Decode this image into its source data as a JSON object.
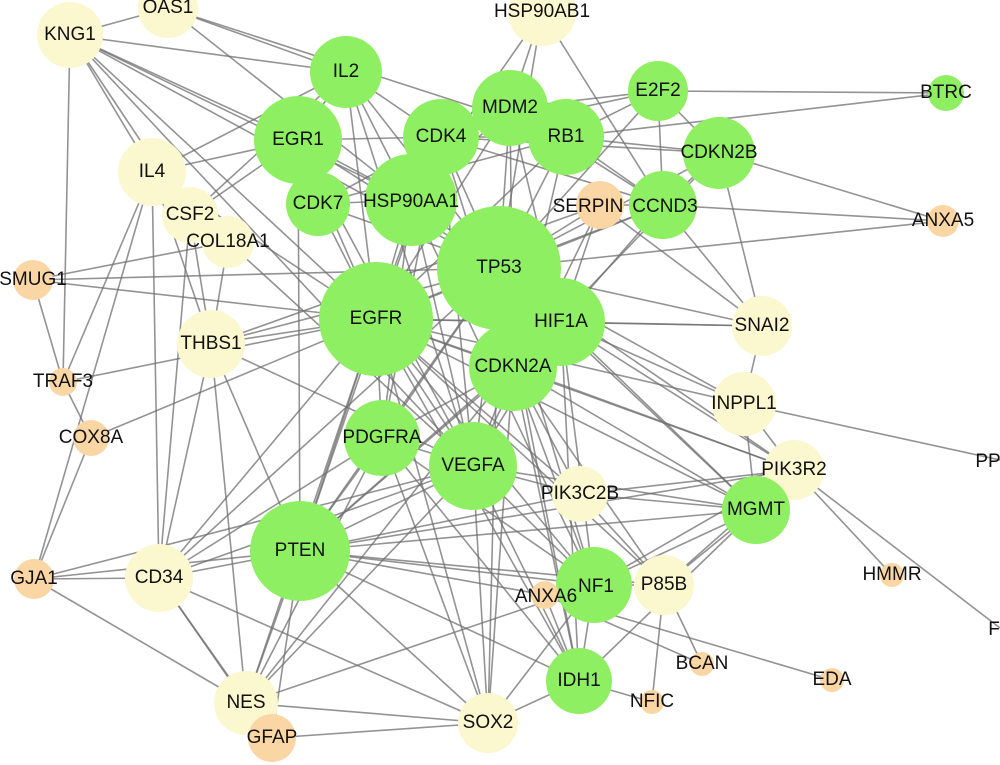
{
  "colors": {
    "hub": "#8fef63",
    "mid": "#fbf7cf",
    "low": "#fbd6a5",
    "edge": "#6f6f6f"
  },
  "nodes": [
    {
      "id": "KNG1",
      "label": "KNG1",
      "tier": "mid"
    },
    {
      "id": "OAS1",
      "label": "OAS1",
      "tier": "mid"
    },
    {
      "id": "HSP90AB1",
      "label": "HSP90AB1",
      "tier": "mid"
    },
    {
      "id": "IL2",
      "label": "IL2",
      "tier": "hub"
    },
    {
      "id": "E2F2",
      "label": "E2F2",
      "tier": "hub"
    },
    {
      "id": "BTRC",
      "label": "BTRC",
      "tier": "hub"
    },
    {
      "id": "EGR1",
      "label": "EGR1",
      "tier": "hub"
    },
    {
      "id": "CDK4",
      "label": "CDK4",
      "tier": "hub"
    },
    {
      "id": "MDM2",
      "label": "MDM2",
      "tier": "hub"
    },
    {
      "id": "RB1",
      "label": "RB1",
      "tier": "hub"
    },
    {
      "id": "CDKN2B",
      "label": "CDKN2B",
      "tier": "hub"
    },
    {
      "id": "IL4",
      "label": "IL4",
      "tier": "mid"
    },
    {
      "id": "CSF2",
      "label": "CSF2",
      "tier": "mid"
    },
    {
      "id": "COL18A1",
      "label": "COL18A1",
      "tier": "mid"
    },
    {
      "id": "CDK7",
      "label": "CDK7",
      "tier": "hub"
    },
    {
      "id": "HSP90AA1",
      "label": "HSP90AA1",
      "tier": "hub"
    },
    {
      "id": "SERPINE1",
      "label": "SERPIN",
      "tier": "low"
    },
    {
      "id": "CCND3",
      "label": "CCND3",
      "tier": "hub"
    },
    {
      "id": "ANXA5",
      "label": "ANXA5",
      "tier": "low"
    },
    {
      "id": "SMUG1",
      "label": "SMUG1",
      "tier": "low"
    },
    {
      "id": "TP53",
      "label": "TP53",
      "tier": "hub"
    },
    {
      "id": "EGFR",
      "label": "EGFR",
      "tier": "hub"
    },
    {
      "id": "HIF1A",
      "label": "HIF1A",
      "tier": "hub"
    },
    {
      "id": "SNAI2",
      "label": "SNAI2",
      "tier": "mid"
    },
    {
      "id": "THBS1",
      "label": "THBS1",
      "tier": "mid"
    },
    {
      "id": "CDKN2A",
      "label": "CDKN2A",
      "tier": "hub"
    },
    {
      "id": "TRAF3",
      "label": "TRAF3",
      "tier": "low"
    },
    {
      "id": "INPPL1",
      "label": "INPPL1",
      "tier": "mid"
    },
    {
      "id": "COX8A",
      "label": "COX8A",
      "tier": "low"
    },
    {
      "id": "PDGFRA",
      "label": "PDGFRA",
      "tier": "hub"
    },
    {
      "id": "VEGFA",
      "label": "VEGFA",
      "tier": "hub"
    },
    {
      "id": "PIK3R2",
      "label": "PIK3R2",
      "tier": "mid"
    },
    {
      "id": "PP_EDGE",
      "label": "PP",
      "tier": "none"
    },
    {
      "id": "PIK3C2B",
      "label": "PIK3C2B",
      "tier": "mid"
    },
    {
      "id": "MGMT",
      "label": "MGMT",
      "tier": "hub"
    },
    {
      "id": "PTEN",
      "label": "PTEN",
      "tier": "hub"
    },
    {
      "id": "GJA1",
      "label": "GJA1",
      "tier": "low"
    },
    {
      "id": "CD34",
      "label": "CD34",
      "tier": "mid"
    },
    {
      "id": "NF1",
      "label": "NF1",
      "tier": "hub"
    },
    {
      "id": "ANXA6",
      "label": "ANXA6",
      "tier": "low"
    },
    {
      "id": "P85B",
      "label": "P85B",
      "tier": "mid"
    },
    {
      "id": "HMMR",
      "label": "HMMR",
      "tier": "low"
    },
    {
      "id": "F_EDGE",
      "label": "F",
      "tier": "none"
    },
    {
      "id": "BCAN",
      "label": "BCAN",
      "tier": "low"
    },
    {
      "id": "EDA",
      "label": "EDA",
      "tier": "low"
    },
    {
      "id": "IDH1",
      "label": "IDH1",
      "tier": "hub"
    },
    {
      "id": "NFIC",
      "label": "NFIC",
      "tier": "low"
    },
    {
      "id": "NES",
      "label": "NES",
      "tier": "mid"
    },
    {
      "id": "GFAP",
      "label": "GFAP",
      "tier": "low"
    },
    {
      "id": "SOX2",
      "label": "SOX2",
      "tier": "mid"
    }
  ],
  "edges": [
    [
      "TP53",
      "EGFR"
    ],
    [
      "TP53",
      "HIF1A"
    ],
    [
      "TP53",
      "CDKN2A"
    ],
    [
      "TP53",
      "MDM2"
    ],
    [
      "TP53",
      "CDK4"
    ],
    [
      "TP53",
      "RB1"
    ],
    [
      "TP53",
      "HSP90AA1"
    ],
    [
      "TP53",
      "CDK7"
    ],
    [
      "TP53",
      "EGR1"
    ],
    [
      "TP53",
      "IL2"
    ],
    [
      "TP53",
      "CCND3"
    ],
    [
      "TP53",
      "VEGFA"
    ],
    [
      "TP53",
      "PDGFRA"
    ],
    [
      "TP53",
      "PTEN"
    ],
    [
      "TP53",
      "NF1"
    ],
    [
      "TP53",
      "IDH1"
    ],
    [
      "TP53",
      "MGMT"
    ],
    [
      "TP53",
      "SNAI2"
    ],
    [
      "TP53",
      "THBS1"
    ],
    [
      "TP53",
      "SERPINE1"
    ],
    [
      "TP53",
      "E2F2"
    ],
    [
      "TP53",
      "CDKN2B"
    ],
    [
      "TP53",
      "KNG1"
    ],
    [
      "TP53",
      "HSP90AB1"
    ],
    [
      "TP53",
      "INPPL1"
    ],
    [
      "TP53",
      "PIK3R2"
    ],
    [
      "TP53",
      "SMUG1"
    ],
    [
      "TP53",
      "ANXA5"
    ],
    [
      "TP53",
      "SOX2"
    ],
    [
      "TP53",
      "CD34"
    ],
    [
      "EGFR",
      "HIF1A"
    ],
    [
      "EGFR",
      "CDKN2A"
    ],
    [
      "EGFR",
      "VEGFA"
    ],
    [
      "EGFR",
      "PDGFRA"
    ],
    [
      "EGFR",
      "PTEN"
    ],
    [
      "EGFR",
      "NF1"
    ],
    [
      "EGFR",
      "HSP90AA1"
    ],
    [
      "EGFR",
      "CDK4"
    ],
    [
      "EGFR",
      "EGR1"
    ],
    [
      "EGFR",
      "IL2"
    ],
    [
      "EGFR",
      "THBS1"
    ],
    [
      "EGFR",
      "IL4"
    ],
    [
      "EGFR",
      "KNG1"
    ],
    [
      "EGFR",
      "SMUG1"
    ],
    [
      "EGFR",
      "TRAF3"
    ],
    [
      "EGFR",
      "COX8A"
    ],
    [
      "EGFR",
      "CD34"
    ],
    [
      "EGFR",
      "NES"
    ],
    [
      "EGFR",
      "SOX2"
    ],
    [
      "EGFR",
      "IDH1"
    ],
    [
      "EGFR",
      "MGMT"
    ],
    [
      "EGFR",
      "PIK3C2B"
    ],
    [
      "EGFR",
      "P85B"
    ],
    [
      "EGFR",
      "CDK7"
    ],
    [
      "EGFR",
      "MDM2"
    ],
    [
      "EGFR",
      "RB1"
    ],
    [
      "EGFR",
      "CCND3"
    ],
    [
      "EGFR",
      "SNAI2"
    ],
    [
      "EGFR",
      "INPPL1"
    ],
    [
      "EGFR",
      "PIK3R2"
    ],
    [
      "HIF1A",
      "VEGFA"
    ],
    [
      "HIF1A",
      "CDKN2A"
    ],
    [
      "HIF1A",
      "PTEN"
    ],
    [
      "HIF1A",
      "NF1"
    ],
    [
      "HIF1A",
      "MDM2"
    ],
    [
      "HIF1A",
      "SNAI2"
    ],
    [
      "HIF1A",
      "INPPL1"
    ],
    [
      "HIF1A",
      "MGMT"
    ],
    [
      "HIF1A",
      "PIK3R2"
    ],
    [
      "HIF1A",
      "CCND3"
    ],
    [
      "HIF1A",
      "IDH1"
    ],
    [
      "CDKN2A",
      "PTEN"
    ],
    [
      "CDKN2A",
      "VEGFA"
    ],
    [
      "CDKN2A",
      "PDGFRA"
    ],
    [
      "CDKN2A",
      "RB1"
    ],
    [
      "CDKN2A",
      "CDK4"
    ],
    [
      "CDKN2A",
      "MDM2"
    ],
    [
      "CDKN2A",
      "NF1"
    ],
    [
      "CDKN2A",
      "IDH1"
    ],
    [
      "CDKN2A",
      "MGMT"
    ],
    [
      "CDKN2A",
      "CDKN2B"
    ],
    [
      "CDKN2A",
      "PIK3C2B"
    ],
    [
      "CDKN2A",
      "P85B"
    ],
    [
      "CDKN2A",
      "SOX2"
    ],
    [
      "CDKN2A",
      "NES"
    ],
    [
      "CDKN2A",
      "PIK3R2"
    ],
    [
      "CDK4",
      "RB1"
    ],
    [
      "CDK4",
      "MDM2"
    ],
    [
      "CDK4",
      "CCND3"
    ],
    [
      "CDK4",
      "CDKN2B"
    ],
    [
      "CDK4",
      "E2F2"
    ],
    [
      "CDK4",
      "HSP90AA1"
    ],
    [
      "CDK4",
      "CDK7"
    ],
    [
      "CDK4",
      "EGR1"
    ],
    [
      "CDK4",
      "IL2"
    ],
    [
      "CDK4",
      "PDGFRA"
    ],
    [
      "CDK4",
      "VEGFA"
    ],
    [
      "CDK4",
      "PTEN"
    ],
    [
      "MDM2",
      "RB1"
    ],
    [
      "MDM2",
      "E2F2"
    ],
    [
      "MDM2",
      "HSP90AB1"
    ],
    [
      "MDM2",
      "HSP90AA1"
    ],
    [
      "MDM2",
      "CCND3"
    ],
    [
      "RB1",
      "E2F2"
    ],
    [
      "RB1",
      "CCND3"
    ],
    [
      "RB1",
      "CDKN2B"
    ],
    [
      "RB1",
      "BTRC"
    ],
    [
      "RB1",
      "CDK7"
    ],
    [
      "RB1",
      "OAS1"
    ],
    [
      "E2F2",
      "BTRC"
    ],
    [
      "E2F2",
      "CDKN2B"
    ],
    [
      "E2F2",
      "CCND3"
    ],
    [
      "CDKN2B",
      "CCND3"
    ],
    [
      "CDKN2B",
      "SNAI2"
    ],
    [
      "CDKN2B",
      "ANXA5"
    ],
    [
      "HSP90AA1",
      "CDK7"
    ],
    [
      "HSP90AA1",
      "EGR1"
    ],
    [
      "HSP90AA1",
      "VEGFA"
    ],
    [
      "HSP90AA1",
      "PDGFRA"
    ],
    [
      "HSP90AA1",
      "IL2"
    ],
    [
      "HSP90AA1",
      "HSP90AB1"
    ],
    [
      "HSP90AA1",
      "KNG1"
    ],
    [
      "HSP90AA1",
      "OAS1"
    ],
    [
      "HSP90AA1",
      "NF1"
    ],
    [
      "EGR1",
      "IL2"
    ],
    [
      "EGR1",
      "KNG1"
    ],
    [
      "EGR1",
      "IL4"
    ],
    [
      "EGR1",
      "CSF2"
    ],
    [
      "EGR1",
      "PTEN"
    ],
    [
      "EGR1",
      "VEGFA"
    ],
    [
      "IL2",
      "IL4"
    ],
    [
      "IL2",
      "CSF2"
    ],
    [
      "IL2",
      "KNG1"
    ],
    [
      "IL2",
      "OAS1"
    ],
    [
      "IL2",
      "VEGFA"
    ],
    [
      "IL4",
      "CSF2"
    ],
    [
      "IL4",
      "KNG1"
    ],
    [
      "IL4",
      "THBS1"
    ],
    [
      "IL4",
      "TRAF3"
    ],
    [
      "IL4",
      "GJA1"
    ],
    [
      "IL4",
      "CD34"
    ],
    [
      "CSF2",
      "COL18A1"
    ],
    [
      "CSF2",
      "THBS1"
    ],
    [
      "CSF2",
      "CD34"
    ],
    [
      "COL18A1",
      "THBS1"
    ],
    [
      "COL18A1",
      "VEGFA"
    ],
    [
      "COL18A1",
      "SMUG1"
    ],
    [
      "THBS1",
      "VEGFA"
    ],
    [
      "THBS1",
      "CD34"
    ],
    [
      "THBS1",
      "NES"
    ],
    [
      "THBS1",
      "PTEN"
    ],
    [
      "THBS1",
      "SERPINE1"
    ],
    [
      "KNG1",
      "CSF2"
    ],
    [
      "KNG1",
      "TRAF3"
    ],
    [
      "KNG1",
      "VEGFA"
    ],
    [
      "KNG1",
      "OAS1"
    ],
    [
      "VEGFA",
      "PDGFRA"
    ],
    [
      "VEGFA",
      "PTEN"
    ],
    [
      "VEGFA",
      "NF1"
    ],
    [
      "VEGFA",
      "IDH1"
    ],
    [
      "VEGFA",
      "CD34"
    ],
    [
      "VEGFA",
      "NES"
    ],
    [
      "VEGFA",
      "SOX2"
    ],
    [
      "VEGFA",
      "PIK3C2B"
    ],
    [
      "VEGFA",
      "MGMT"
    ],
    [
      "VEGFA",
      "SERPINE1"
    ],
    [
      "VEGFA",
      "GJA1"
    ],
    [
      "PDGFRA",
      "PTEN"
    ],
    [
      "PDGFRA",
      "NF1"
    ],
    [
      "PDGFRA",
      "IDH1"
    ],
    [
      "PDGFRA",
      "CD34"
    ],
    [
      "PDGFRA",
      "NES"
    ],
    [
      "PDGFRA",
      "SOX2"
    ],
    [
      "PTEN",
      "NF1"
    ],
    [
      "PTEN",
      "IDH1"
    ],
    [
      "PTEN",
      "CD34"
    ],
    [
      "PTEN",
      "NES"
    ],
    [
      "PTEN",
      "SOX2"
    ],
    [
      "PTEN",
      "GFAP"
    ],
    [
      "PTEN",
      "GJA1"
    ],
    [
      "PTEN",
      "PIK3C2B"
    ],
    [
      "PTEN",
      "P85B"
    ],
    [
      "PTEN",
      "PIK3R2"
    ],
    [
      "PTEN",
      "MGMT"
    ],
    [
      "PTEN",
      "ANXA6"
    ],
    [
      "NF1",
      "IDH1"
    ],
    [
      "NF1",
      "P85B"
    ],
    [
      "NF1",
      "ANXA6"
    ],
    [
      "NF1",
      "PIK3R2"
    ],
    [
      "NF1",
      "MGMT"
    ],
    [
      "NF1",
      "SOX2"
    ],
    [
      "NF1",
      "NES"
    ],
    [
      "P85B",
      "PIK3R2"
    ],
    [
      "P85B",
      "MGMT"
    ],
    [
      "P85B",
      "PIK3C2B"
    ],
    [
      "P85B",
      "BCAN"
    ],
    [
      "PIK3R2",
      "INPPL1"
    ],
    [
      "PIK3R2",
      "MGMT"
    ],
    [
      "PIK3R2",
      "HMMR"
    ],
    [
      "PIK3R2",
      "F_EDGE"
    ],
    [
      "PIK3R2",
      "PIK3C2B"
    ],
    [
      "INPPL1",
      "SNAI2"
    ],
    [
      "INPPL1",
      "MGMT"
    ],
    [
      "INPPL1",
      "PP_EDGE"
    ],
    [
      "SNAI2",
      "CCND3"
    ],
    [
      "SNAI2",
      "SERPINE1"
    ],
    [
      "MGMT",
      "IDH1"
    ],
    [
      "MGMT",
      "PIK3C2B"
    ],
    [
      "IDH1",
      "SOX2"
    ],
    [
      "IDH1",
      "NFIC"
    ],
    [
      "IDH1",
      "ANXA6"
    ],
    [
      "CD34",
      "NES"
    ],
    [
      "CD34",
      "GJA1"
    ],
    [
      "CD34",
      "SOX2"
    ],
    [
      "CD34",
      "GFAP"
    ],
    [
      "NES",
      "GFAP"
    ],
    [
      "NES",
      "SOX2"
    ],
    [
      "SOX2",
      "GFAP"
    ],
    [
      "GJA1",
      "NES"
    ],
    [
      "SMUG1",
      "TRAF3"
    ],
    [
      "COX8A",
      "GJA1"
    ],
    [
      "COX8A",
      "TRAF3"
    ],
    [
      "ANXA6",
      "EDA"
    ],
    [
      "ANXA6",
      "BCAN"
    ],
    [
      "NFIC",
      "P85B"
    ],
    [
      "SERPINE1",
      "CCND3"
    ],
    [
      "SERPINE1",
      "HIF1A"
    ],
    [
      "CCND3",
      "ANXA5"
    ],
    [
      "HSP90AB1",
      "CCND3"
    ]
  ]
}
